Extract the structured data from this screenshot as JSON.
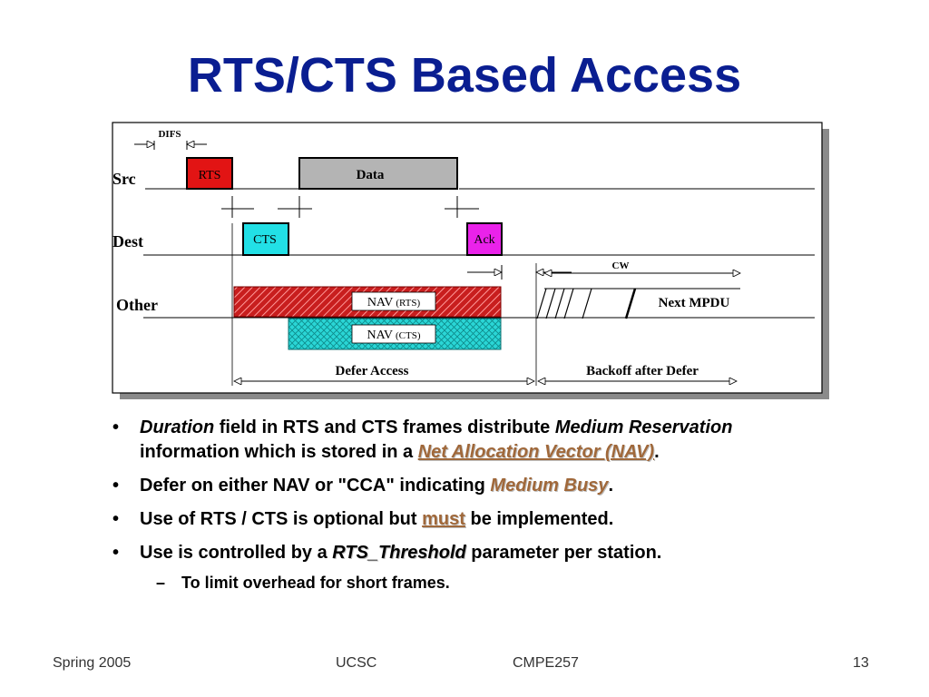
{
  "title": "RTS/CTS Based Access",
  "diagram": {
    "difs": "DIFS",
    "rows": {
      "src": "Src",
      "dest": "Dest",
      "other": "Other"
    },
    "rts": "RTS",
    "data": "Data",
    "cts": "CTS",
    "ack": "Ack",
    "cw": "CW",
    "nav_label": "NAV",
    "nav_rts_suffix": "(RTS)",
    "nav_cts_suffix": "(CTS)",
    "next_mpdu": "Next MPDU",
    "defer_access": "Defer Access",
    "backoff": "Backoff after Defer",
    "colors": {
      "rts": "#e21414",
      "cts": "#22e0e6",
      "ack": "#ea22ea",
      "data": "#b4b4b4",
      "nav_rts": "#d42020",
      "nav_cts": "#22d4d4"
    }
  },
  "bullets": [
    {
      "p1": "Duration",
      "p2": " field in RTS and CTS frames distribute ",
      "p3": "Medium Reservation",
      "p4": "  information which is stored in a ",
      "p5": "Net Allocation Vector (NAV)",
      "p6": "."
    },
    {
      "p1": "Defer on either NAV or \"CCA\" indicating ",
      "p2": "Medium Busy",
      "p3": "."
    },
    {
      "p1": "Use of RTS / CTS is optional but ",
      "p2": "must",
      "p3": " be implemented."
    },
    {
      "p1": "Use is controlled by a ",
      "p2": "RTS_Threshold",
      "p3": " parameter per station."
    }
  ],
  "sub_bullet": "To limit overhead for short frames.",
  "footer": {
    "left": "Spring 2005",
    "center1": "UCSC",
    "center2": "CMPE257",
    "page": "13"
  }
}
